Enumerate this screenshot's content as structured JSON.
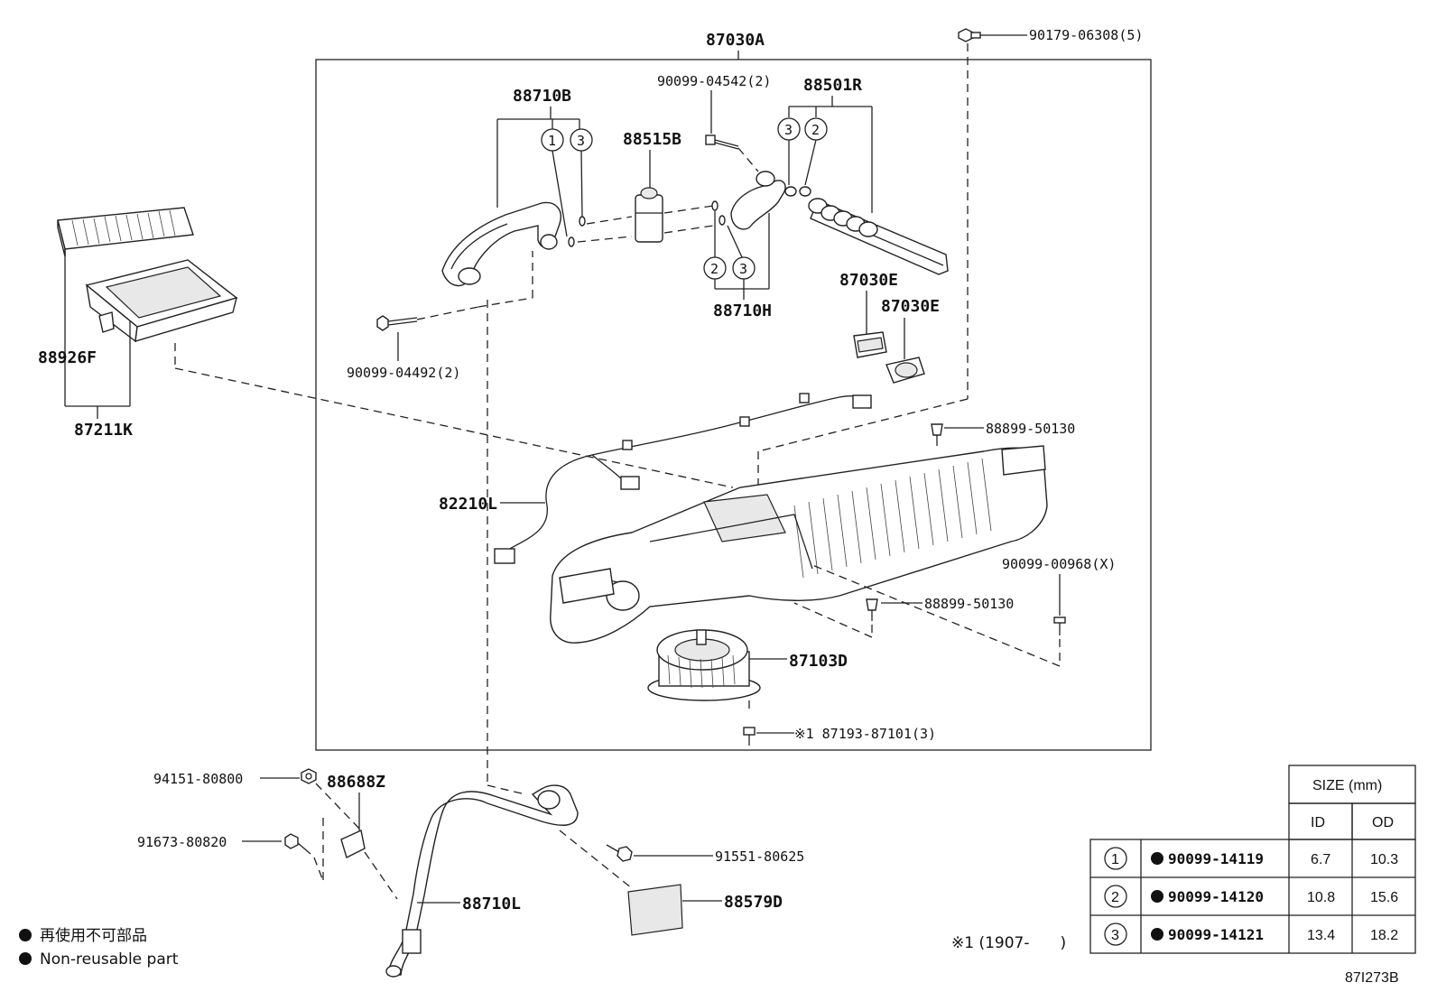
{
  "labels": {
    "assy_main": "87030A",
    "top_bolt": "90179-06308(5)",
    "bolt_04542": "90099-04542(2)",
    "tube_88710B": "88710B",
    "valve_88515B": "88515B",
    "evap_88501R": "88501R",
    "tube_88710H": "88710H",
    "act_87030E_1": "87030E",
    "act_87030E_2": "87030E",
    "bolt_04492": "90099-04492(2)",
    "filter_88926F": "88926F",
    "filter_87211K": "87211K",
    "clip_50130_1": "88899-50130",
    "harness_82210L": "82210L",
    "screw_00968": "90099-00968(X)",
    "clip_50130_2": "88899-50130",
    "blower_87103D": "87103D",
    "screw_87101": "※1 87193-87101(3)",
    "nut_94151": "94151-80800",
    "bracket_88688Z": "88688Z",
    "bolt_91673": "91673-80820",
    "bolt_91551": "91551-80625",
    "tube_88710L": "88710L",
    "pad_88579D": "88579D",
    "oring_1": "1",
    "oring_2": "2",
    "oring_3": "3"
  },
  "legend": {
    "jp": "再使用不可部品",
    "en": "Non-reusable part"
  },
  "footnote": "※1 (1907-　　)",
  "diagram_id": "87I273B",
  "size_table": {
    "header": "SIZE (mm)",
    "col_id": "ID",
    "col_od": "OD",
    "rows": [
      {
        "ref": "1",
        "part": "90099-14119",
        "id": "6.7",
        "od": "10.3"
      },
      {
        "ref": "2",
        "part": "90099-14120",
        "id": "10.8",
        "od": "15.6"
      },
      {
        "ref": "3",
        "part": "90099-14121",
        "id": "13.4",
        "od": "18.2"
      }
    ]
  }
}
